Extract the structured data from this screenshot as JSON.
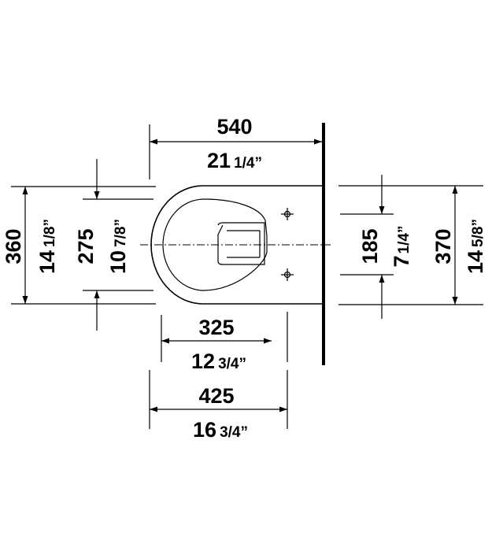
{
  "dimensions": {
    "width_mm": "540",
    "width_in_whole": "21",
    "width_in_frac": "1/4”",
    "hole_spacing_mm": "325",
    "hole_spacing_in_whole": "12",
    "hole_spacing_in_frac": "3/4”",
    "depth_mm": "425",
    "depth_in_whole": "16",
    "depth_in_frac": "3/4”",
    "overall_height_mm": "360",
    "overall_height_in_whole": "14",
    "overall_height_in_frac": "1/8”",
    "bowl_height_mm": "275",
    "bowl_height_in_whole": "10",
    "bowl_height_in_frac": "7/8”",
    "bolt_spacing_mm": "185",
    "bolt_spacing_in_whole": "7",
    "bolt_spacing_in_frac": "1/4”",
    "wall_height_mm": "370",
    "wall_height_in_whole": "14",
    "wall_height_in_frac": "5/8”"
  }
}
